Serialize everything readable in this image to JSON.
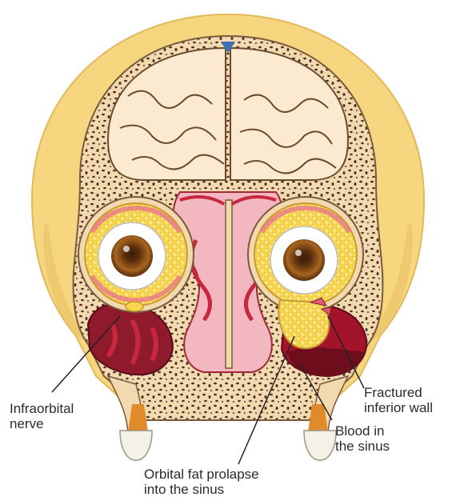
{
  "labels": {
    "infraorbital_nerve": [
      "Infraorbital",
      "nerve"
    ],
    "fractured_inferior_wall": [
      "Fractured",
      "inferior wall"
    ],
    "blood_in_sinus": [
      "Blood in",
      "the sinus"
    ],
    "orbital_fat_prolapse": [
      "Orbital fat prolapse",
      "into the sinus"
    ]
  },
  "colors": {
    "skin": "#f6d77f",
    "bone": "#f2d9b0",
    "bone_pores": "#4a3323",
    "brain": "#fbe9d0",
    "orbital_fat": "#f7d64e",
    "iris": "#8a5218",
    "sinus_blood": "#a3142a",
    "mucosa": "#e8788a"
  }
}
